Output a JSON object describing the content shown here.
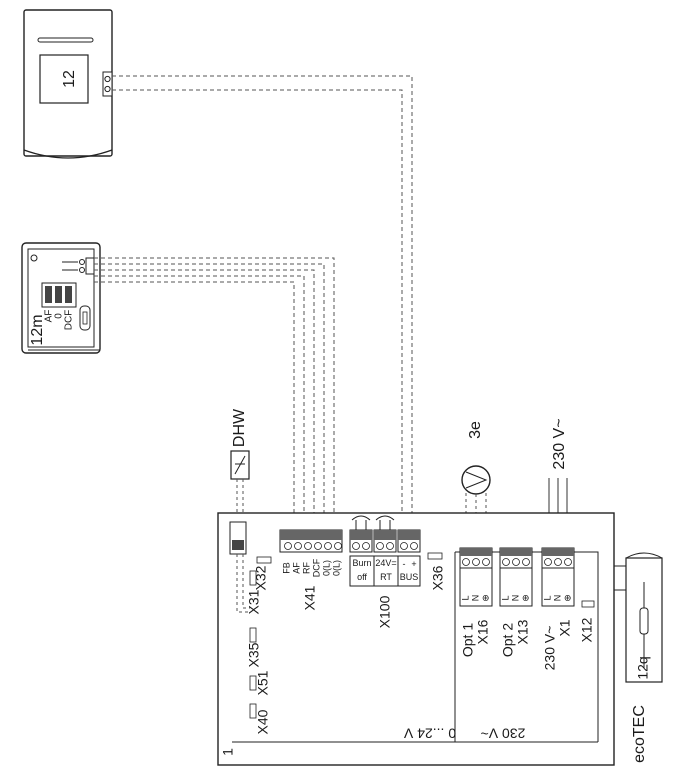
{
  "controller": {
    "label": "12"
  },
  "sensor_box": {
    "label": "12m",
    "terminals": [
      "AF",
      "0",
      "DCF"
    ]
  },
  "dhw": {
    "label": "DHW"
  },
  "pump": {
    "label": "3e"
  },
  "mains": {
    "label": "230 V~"
  },
  "board": {
    "number": "1",
    "low_voltage_label": "0 ...24 V",
    "high_voltage_label": "230 V~",
    "connectors": {
      "x31": "X31",
      "x32": "X32",
      "x35": "X35",
      "x51": "X51",
      "x40": "X40",
      "x41": "X41",
      "x100": "X100",
      "x36": "X36",
      "x16": "X16",
      "x13": "X13",
      "x1": "X1",
      "x12": "X12"
    },
    "x41_terminals": [
      "FB",
      "AF",
      "RF",
      "DCF",
      "0(L)",
      "0(L)"
    ],
    "burn_off": [
      "Burn",
      "off"
    ],
    "rt": [
      "24V=",
      "RT"
    ],
    "bus": {
      "label": "BUS",
      "minus": "-",
      "plus": "+"
    },
    "opt1": "Opt 1",
    "opt2": "Opt 2",
    "mains_x1": "230 V~",
    "lne": [
      "L",
      "N",
      "⊕"
    ]
  },
  "boiler": {
    "model": "ecoTEC",
    "fuse": "12q"
  }
}
